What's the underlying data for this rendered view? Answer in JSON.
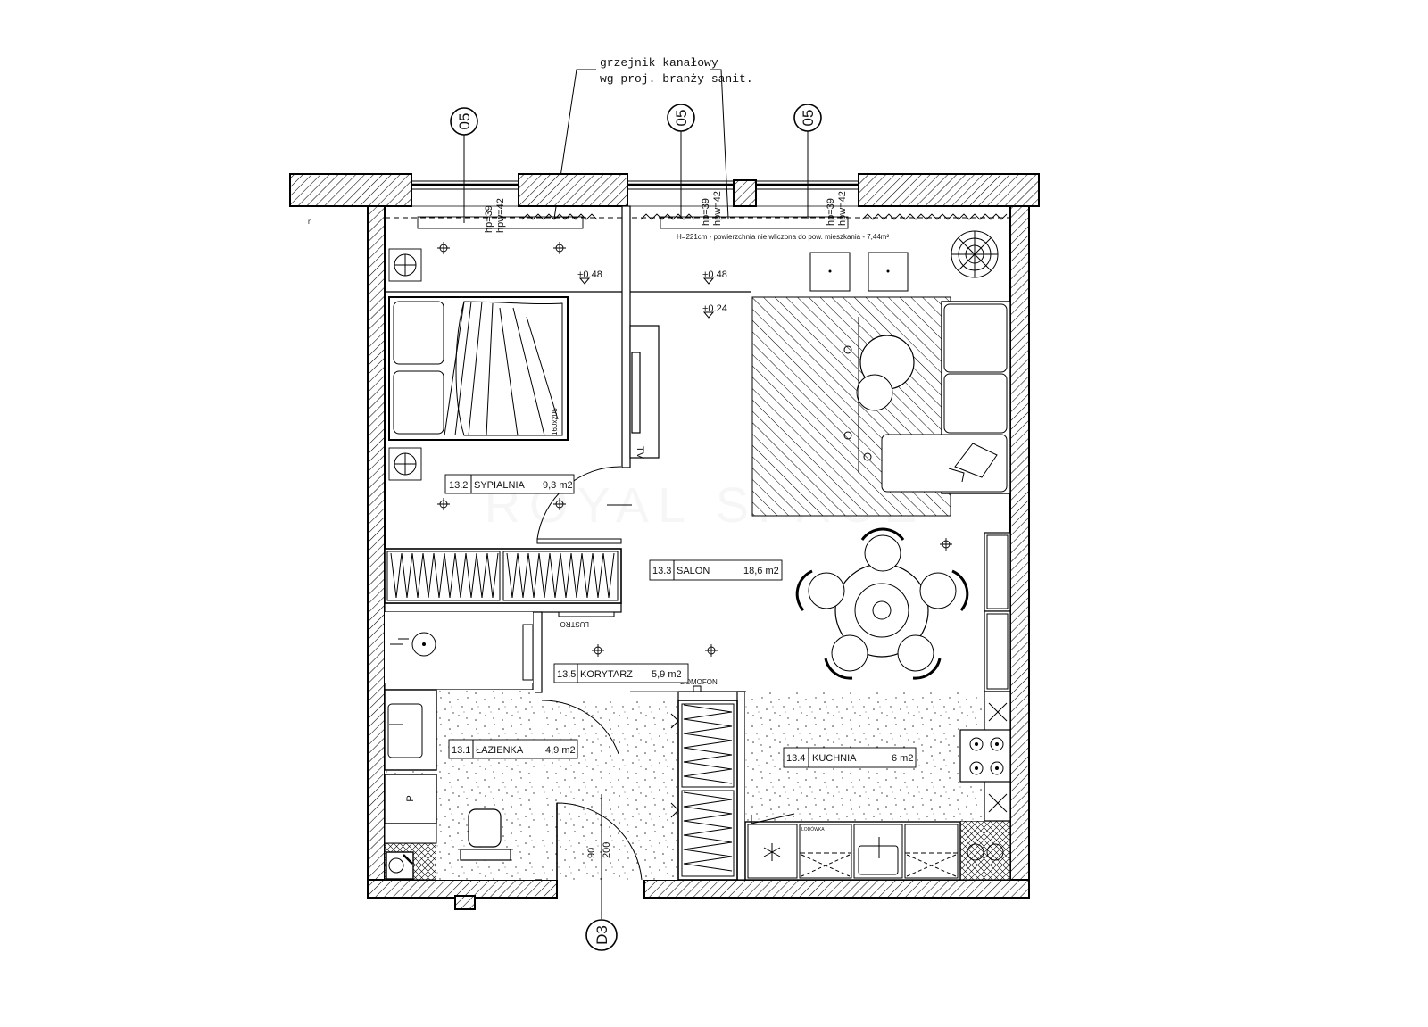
{
  "annotations": {
    "radiator_line1": "grzejnik kanałowy",
    "radiator_line2": "wg proj. branży sanit.",
    "window_heights_a": "hp=39",
    "window_heights_b": "hpw=42",
    "attic_note": "H=221cm - powierzchnia nie wliczona do pow. mieszkania - 7,44m²",
    "level_1": "+0.48",
    "level_2": "+0.48",
    "level_3": "+0.24",
    "bed_size": "160x205",
    "tv": "TV",
    "mirror": "LUSTRO",
    "intercom": "DOMOFON",
    "washer": "P",
    "fridge": "LODÓWKA",
    "stray_mark": "n",
    "watermark": "ROYAL SPACE"
  },
  "window_axes": [
    "05",
    "05",
    "05"
  ],
  "door": {
    "axis": "D3",
    "width": "90",
    "height": "200"
  },
  "rooms": [
    {
      "number": "13.2",
      "name": "SYPIALNIA",
      "area": "9,3 m2"
    },
    {
      "number": "13.3",
      "name": "SALON",
      "area": "18,6 m2"
    },
    {
      "number": "13.5",
      "name": "KORYTARZ",
      "area": "5,9 m2"
    },
    {
      "number": "13.1",
      "name": "ŁAZIENKA",
      "area": "4,9 m2"
    },
    {
      "number": "13.4",
      "name": "KUCHNIA",
      "area": "6 m2"
    }
  ]
}
